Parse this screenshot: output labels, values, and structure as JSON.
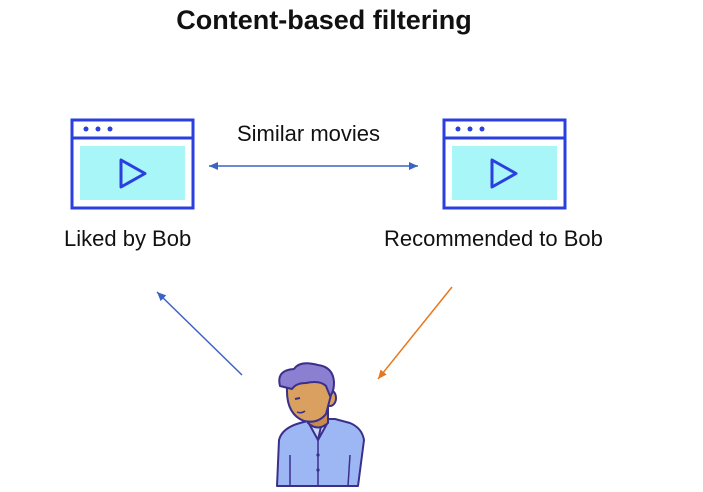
{
  "title": "Content-based filtering",
  "labels": {
    "similar": "Similar movies",
    "liked": "Liked by Bob",
    "recommended": "Recommended to Bob"
  },
  "colors": {
    "window_stroke": "#2b3fe0",
    "window_fill": "#a8f6f8",
    "link_arrow": "#3b63c4",
    "liked_arrow": "#3b63c4",
    "recommend_arrow": "#e7781f",
    "hair": "#8a7fd0",
    "skin": "#d9a05f",
    "shirt": "#9db7f5"
  },
  "icons": [
    "video-window-icon",
    "play-icon",
    "user-avatar-icon"
  ]
}
